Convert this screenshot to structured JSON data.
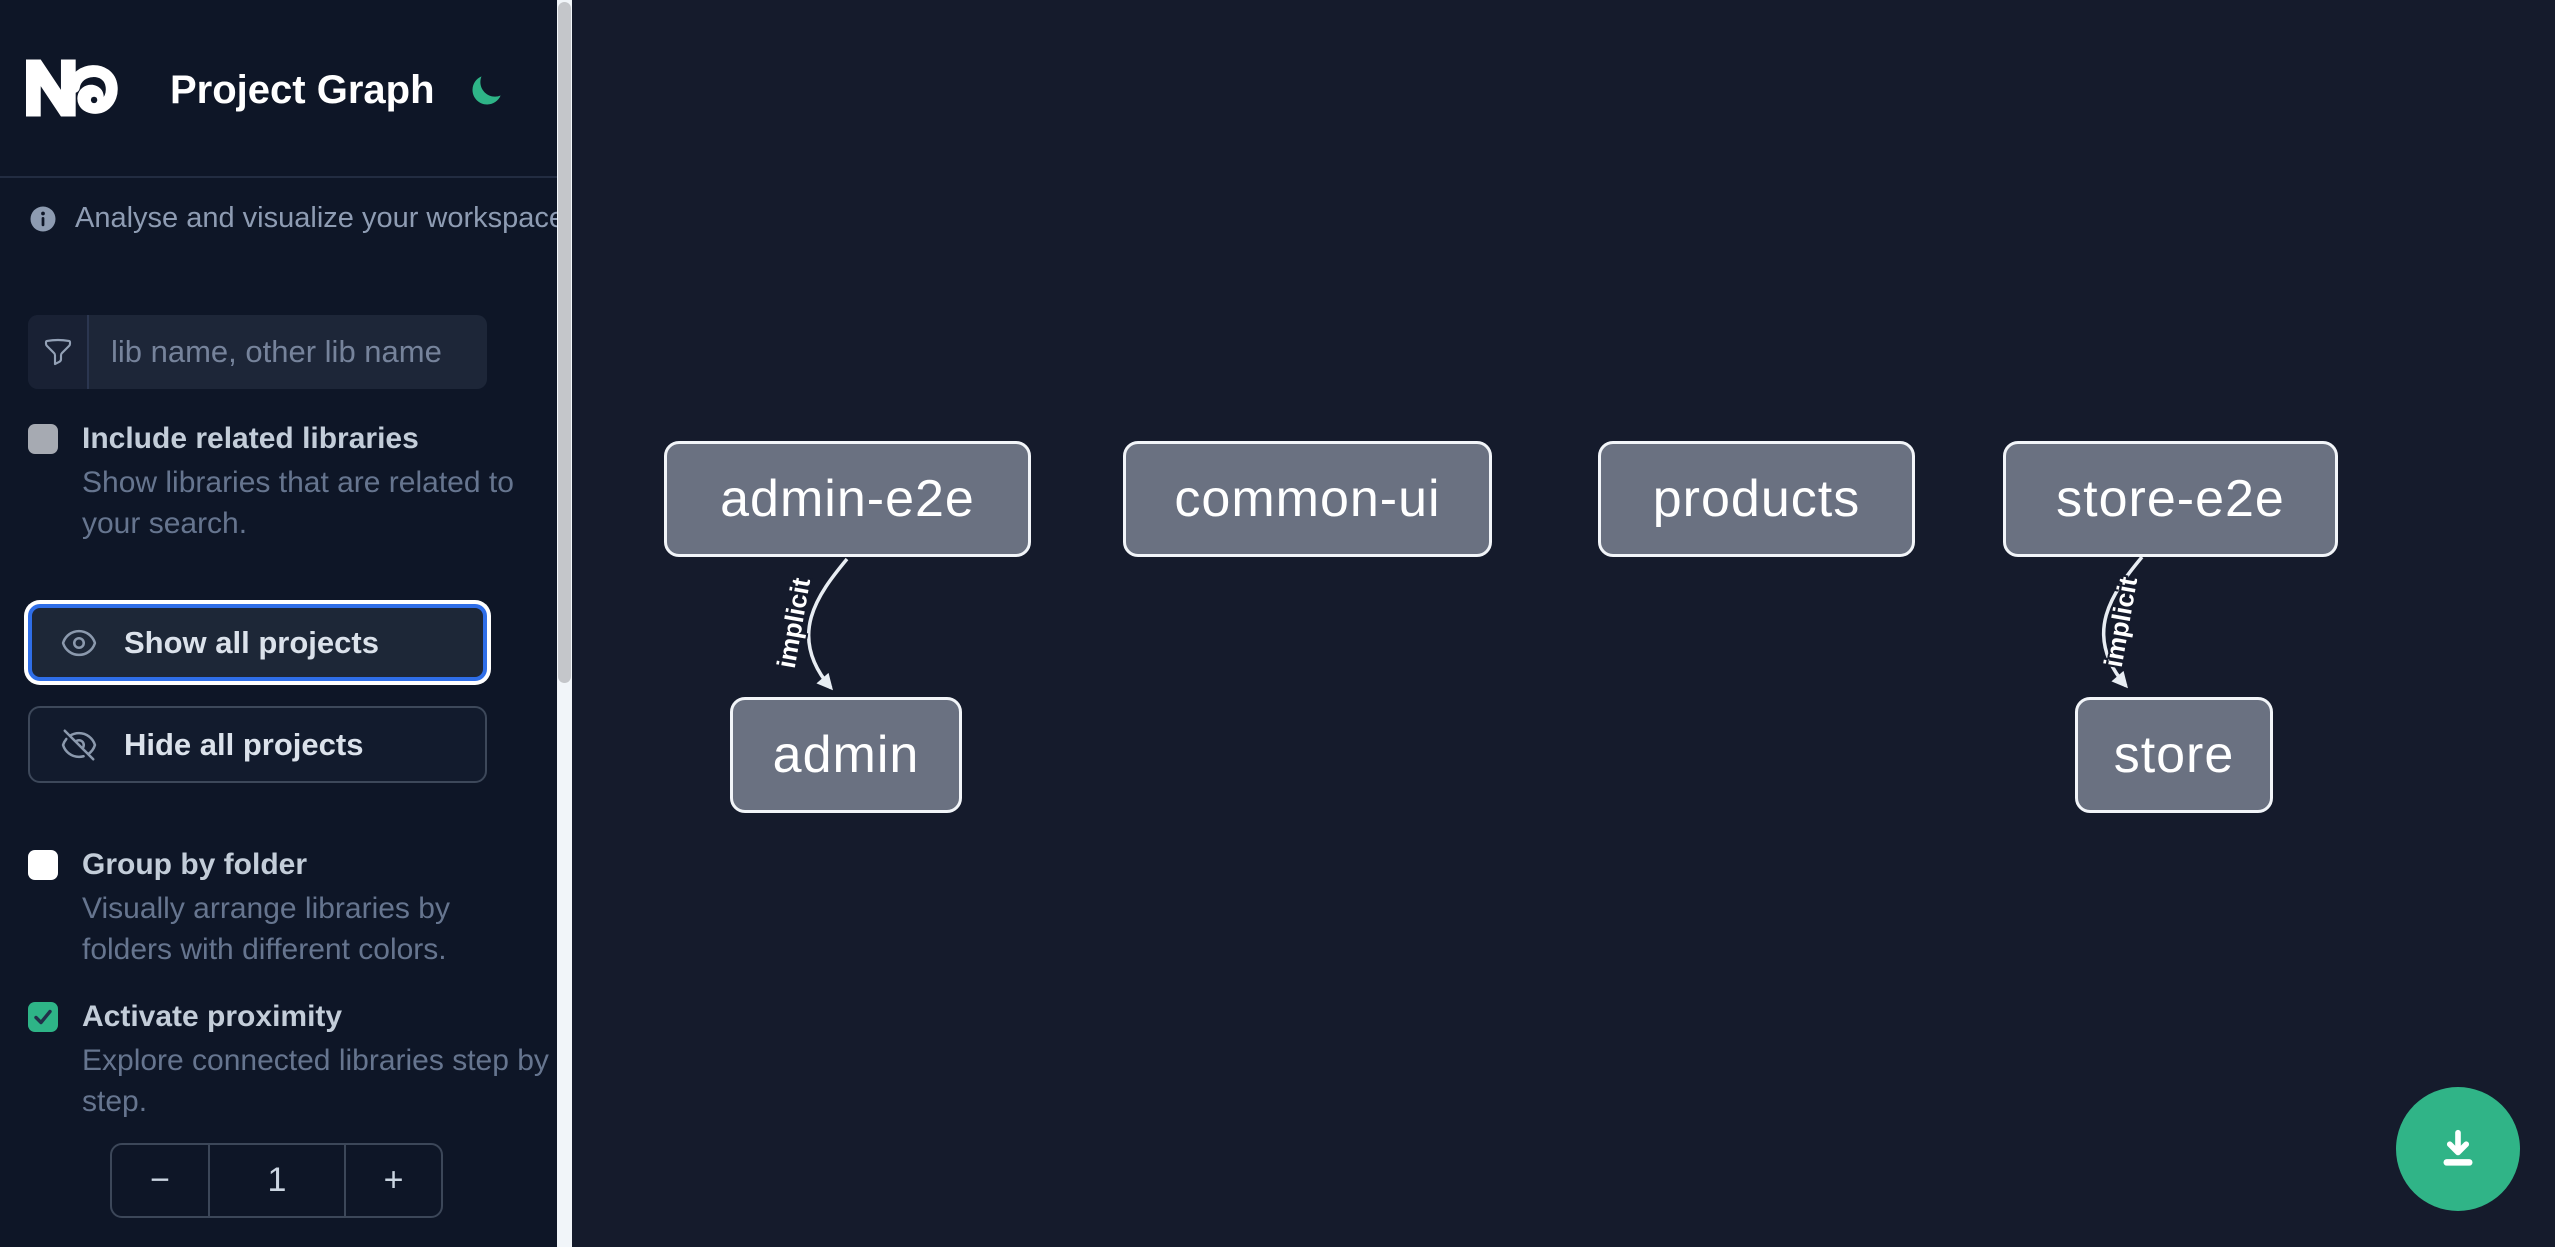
{
  "app": {
    "title": "Project Graph"
  },
  "header": {
    "logo_icon": "nx-logo",
    "theme_toggle_icon": "moon-icon",
    "accent_green": "#2eb487"
  },
  "sidebar": {
    "info_text": "Analyse and visualize your workspace.",
    "info_icon": "info-circle-icon",
    "search": {
      "placeholder": "lib name, other lib name",
      "value": "",
      "icon": "funnel-icon"
    },
    "include_related": {
      "label": "Include related libraries",
      "description": "Show libraries that are related to your search.",
      "checked": false,
      "disabled": true
    },
    "show_all": {
      "label": "Show all projects",
      "icon": "eye-icon",
      "focused": true,
      "focus_ring_color": "#2f6ee8"
    },
    "hide_all": {
      "label": "Hide all projects",
      "icon": "eye-slash-icon"
    },
    "group_by_folder": {
      "label": "Group by folder",
      "description": "Visually arrange libraries by folders with different colors.",
      "checked": false
    },
    "activate_proximity": {
      "label": "Activate proximity",
      "description": "Explore connected libraries step by step.",
      "checked": true
    },
    "proximity_stepper": {
      "decrement_label": "−",
      "value": "1",
      "increment_label": "+"
    }
  },
  "graph": {
    "nodes": [
      {
        "label": "admin-e2e"
      },
      {
        "label": "common-ui"
      },
      {
        "label": "products"
      },
      {
        "label": "store-e2e"
      },
      {
        "label": "admin"
      },
      {
        "label": "store"
      }
    ],
    "edges": [
      {
        "from": "admin-e2e",
        "to": "admin",
        "label": "implicit"
      },
      {
        "from": "store-e2e",
        "to": "store",
        "label": "implicit"
      }
    ],
    "node_fill": "#6a7181",
    "node_border": "#f2f5f9",
    "edge_color": "#e8edf3"
  },
  "actions": {
    "download_icon": "download-icon",
    "download_color": "#30b487"
  },
  "colors": {
    "sidebar_bg": "#0e1627",
    "canvas_bg": "#151b2c",
    "accent_green": "#2eb487",
    "focus_blue": "#2f6ee8"
  }
}
